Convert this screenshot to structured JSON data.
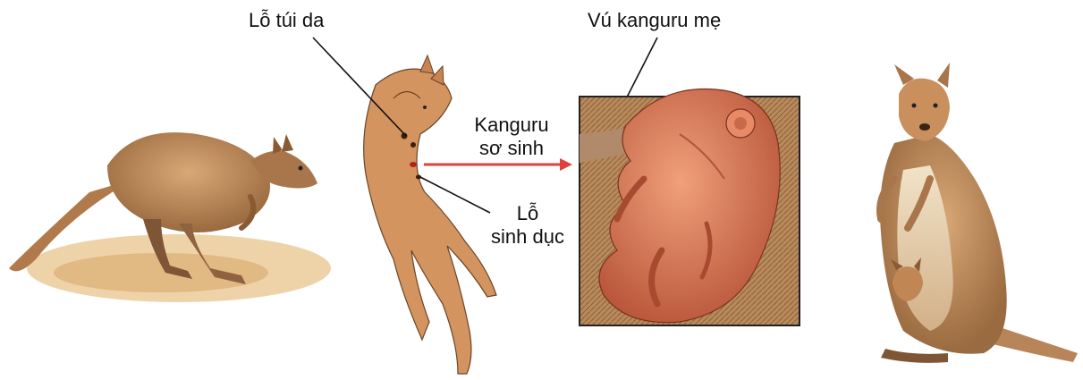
{
  "labels": {
    "pouch_opening": "Lỗ túi da",
    "mother_teat": "Vú kanguru mẹ",
    "newborn_line1": "Kanguru",
    "newborn_line2": "sơ sinh",
    "genital_line1": "Lỗ",
    "genital_line2": "sinh dục"
  },
  "colors": {
    "kangaroo_fur": "#c98f5c",
    "fur_dark": "#8a5a33",
    "outline_body": "#d39460",
    "newborn_skin": "#d8734d",
    "box_background": "#b88a5e",
    "arrow": "#e0413b",
    "leader_line": "#111111",
    "ground": "#e0b878"
  },
  "icons": [
    "kangaroo-hopping-icon",
    "kangaroo-mother-outline-icon",
    "newborn-joey-icon",
    "kangaroo-with-joey-icon"
  ]
}
